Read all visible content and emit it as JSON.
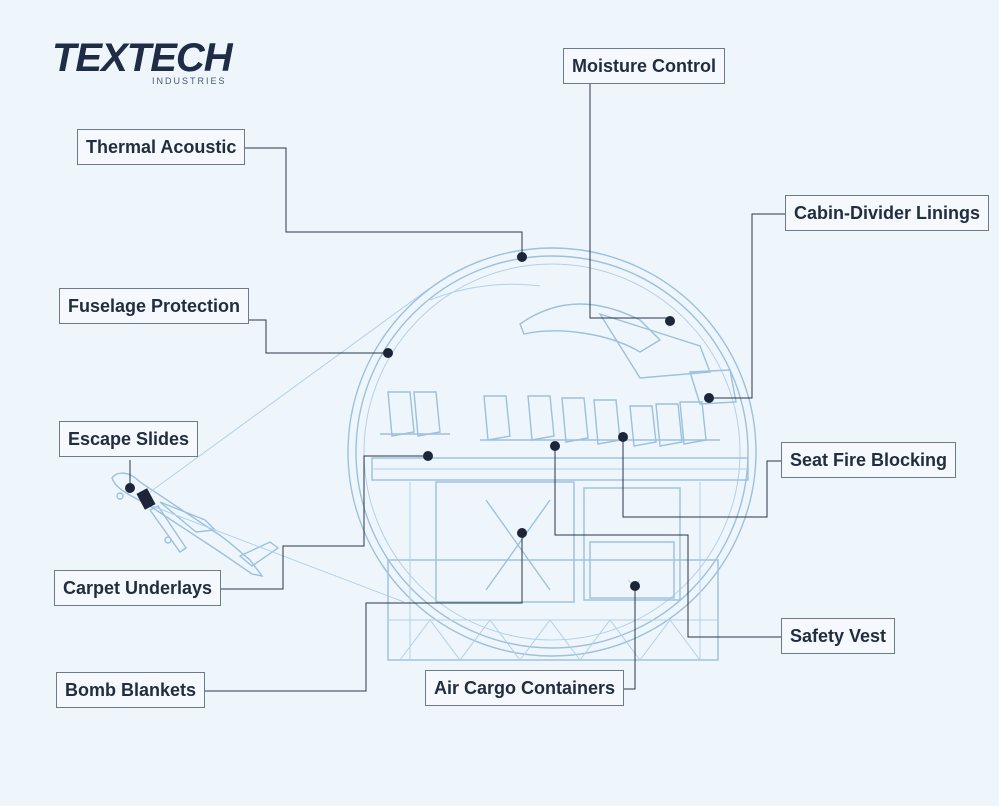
{
  "logo": {
    "wordmark": "TEXTECH",
    "subtitle": "INDUSTRIES"
  },
  "callouts": [
    {
      "id": "moisture-control",
      "label": "Moisture Control"
    },
    {
      "id": "thermal-acoustic",
      "label": "Thermal Acoustic"
    },
    {
      "id": "cabin-divider-linings",
      "label": "Cabin-Divider Linings"
    },
    {
      "id": "fuselage-protection",
      "label": "Fuselage Protection"
    },
    {
      "id": "escape-slides",
      "label": "Escape Slides"
    },
    {
      "id": "seat-fire-blocking",
      "label": "Seat Fire Blocking"
    },
    {
      "id": "carpet-underlays",
      "label": "Carpet Underlays"
    },
    {
      "id": "safety-vest",
      "label": "Safety Vest"
    },
    {
      "id": "bomb-blankets",
      "label": "Bomb Blankets"
    },
    {
      "id": "air-cargo-containers",
      "label": "Air Cargo Containers"
    }
  ],
  "colors": {
    "background": "#eef6fc",
    "line_art": "#9cc0de",
    "leader_line": "#2a3547",
    "label_text": "#222d3f",
    "logo": "#1f2c45"
  }
}
